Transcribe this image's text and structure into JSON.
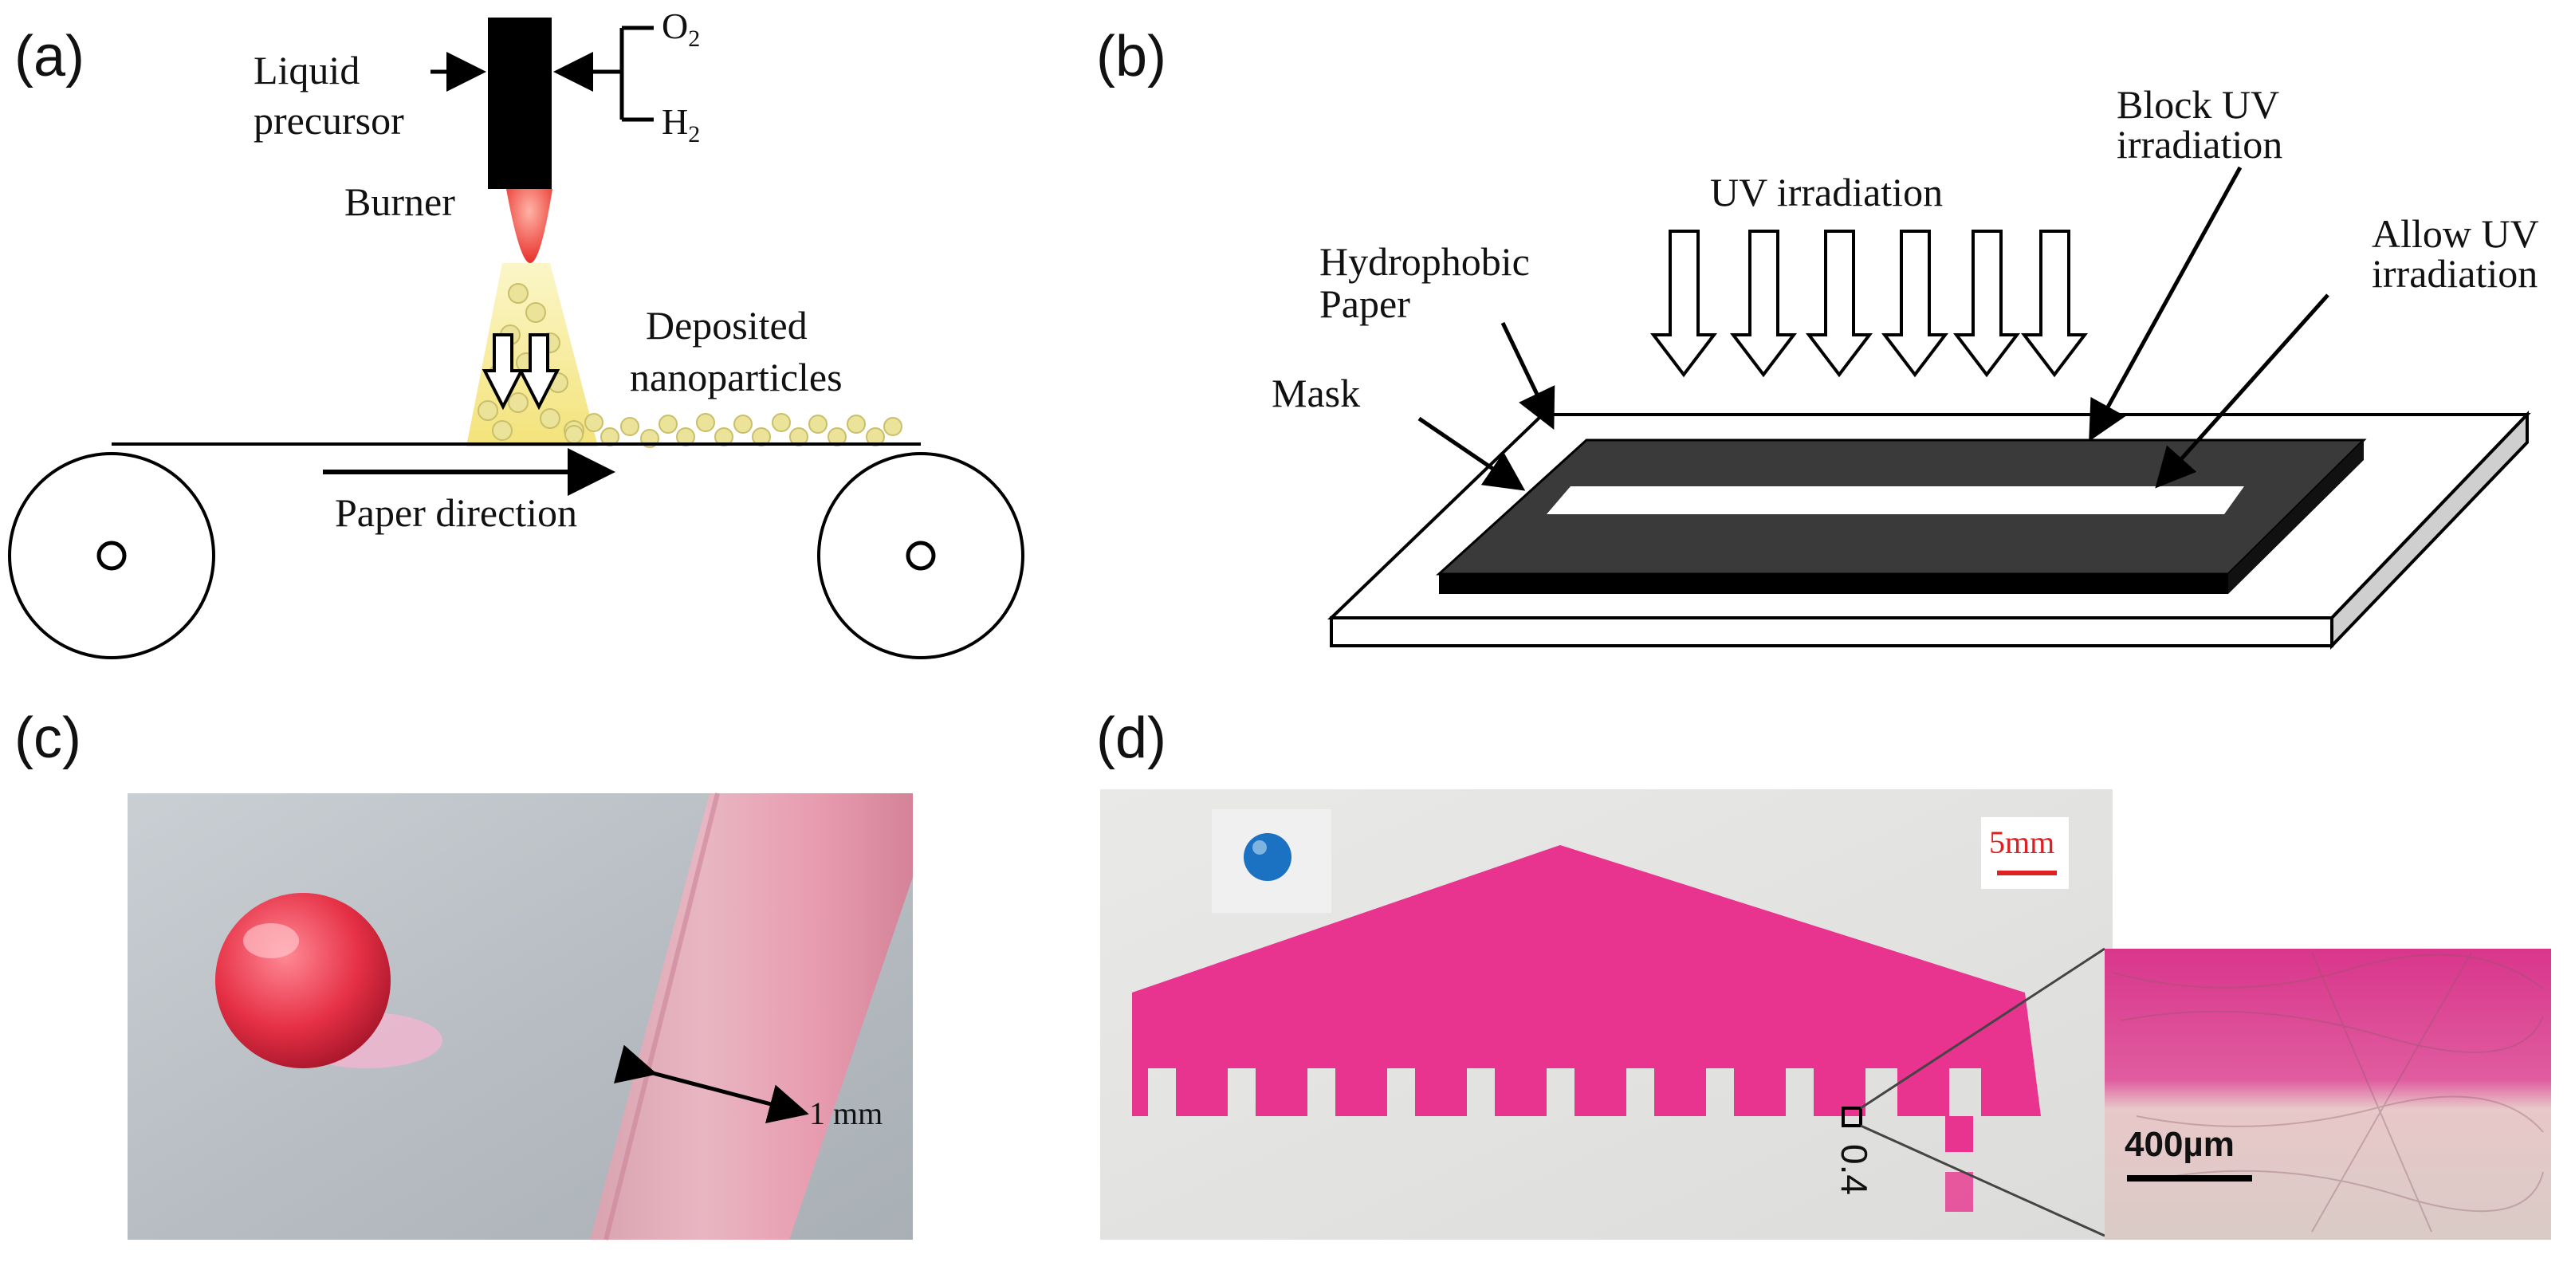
{
  "panels": {
    "a": {
      "label": "(a)",
      "liquid_precursor": [
        "Liquid",
        "precursor"
      ],
      "gas_o2": "O",
      "gas_o2_sub": "2",
      "gas_h2": "H",
      "gas_h2_sub": "2",
      "burner": "Burner",
      "deposited": [
        "Deposited",
        "nanoparticles"
      ],
      "paper_direction": "Paper direction"
    },
    "b": {
      "label": "(b)",
      "uv_irradiation": "UV irradiation",
      "block_uv": [
        "Block UV",
        "irradiation"
      ],
      "allow_uv": [
        "Allow UV",
        "irradiation"
      ],
      "hydrophobic_paper": [
        "Hydrophobic",
        "Paper"
      ],
      "mask": "Mask"
    },
    "c": {
      "label": "(c)",
      "scale": "1 mm"
    },
    "d": {
      "label": "(d)",
      "scale_bar": "5mm",
      "width_label": "0.4",
      "inset_scale": "400µm"
    }
  },
  "colors": {
    "magenta": "#e8348f",
    "flame": "#ef3b3b",
    "cone": "#f6eea0",
    "mask": "#3a3a3a",
    "drop": "#e63045"
  }
}
